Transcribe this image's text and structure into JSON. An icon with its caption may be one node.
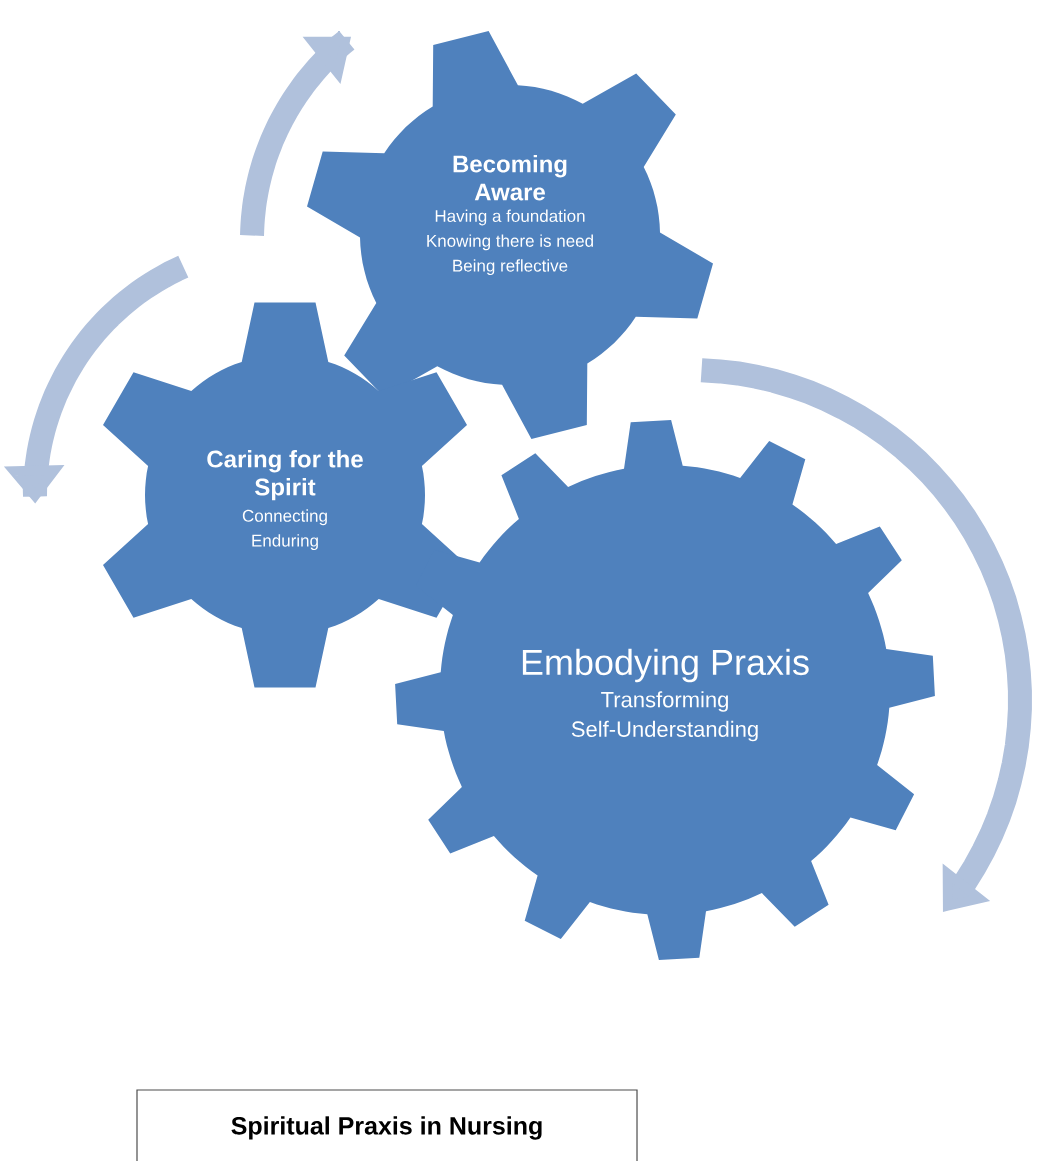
{
  "diagram": {
    "title": "Spiritual Praxis in Nursing",
    "nodes": [
      {
        "text": [
          "Becoming Aware",
          "Having a foundation",
          "Knowing there is need",
          "Being reflective"
        ]
      },
      {
        "text": [
          "Caring for the Spirit",
          "Connecting",
          "Enduring"
        ]
      },
      {
        "text": [
          "Embodying Praxis",
          "Transforming",
          "Self-Understanding"
        ]
      }
    ]
  }
}
